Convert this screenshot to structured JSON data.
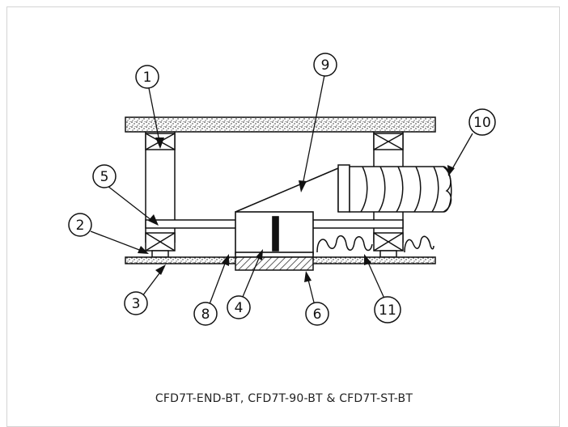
{
  "diagram": {
    "callouts": [
      "1",
      "2",
      "3",
      "4",
      "5",
      "6",
      "8",
      "9",
      "10",
      "11"
    ],
    "caption": "CFD7T-END-BT, CFD7T-90-BT & CFD7T-ST-BT"
  },
  "colors": {
    "line": "#111111",
    "frame": "#d4d4d4",
    "background": "#ffffff"
  }
}
